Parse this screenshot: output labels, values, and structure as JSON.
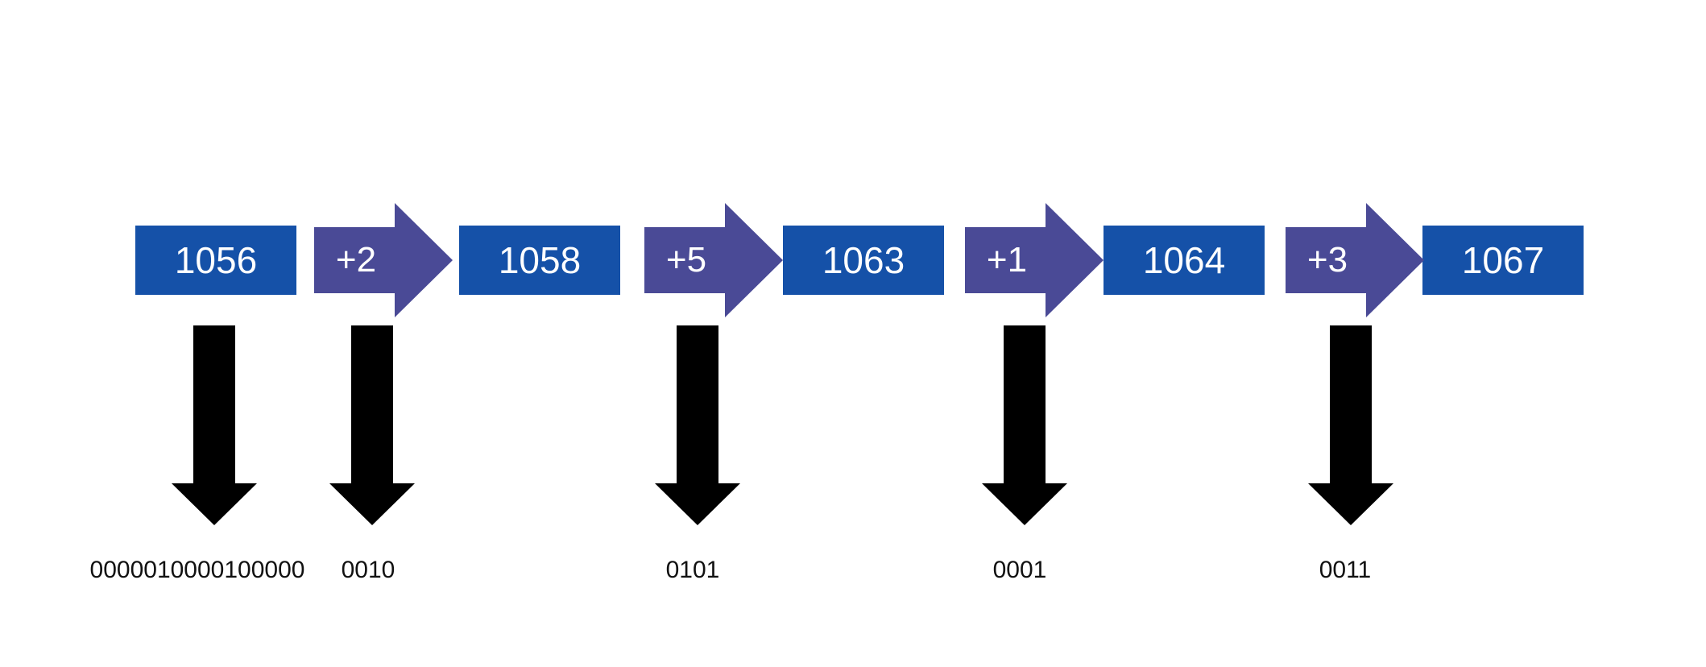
{
  "colors": {
    "value_box": "#1551a8",
    "delta_arrow": "#4a4a96",
    "down_arrow": "#000000",
    "text_on_shape": "#ffffff",
    "bits_text": "#111111"
  },
  "values": [
    "1056",
    "1058",
    "1063",
    "1064",
    "1067"
  ],
  "deltas": [
    "+2",
    "+5",
    "+1",
    "+3"
  ],
  "encodings": [
    "0000010000100000",
    "0010",
    "0101",
    "0001",
    "0011"
  ],
  "icons": {
    "delta": "right-arrow-icon",
    "encode": "down-arrow-icon"
  }
}
